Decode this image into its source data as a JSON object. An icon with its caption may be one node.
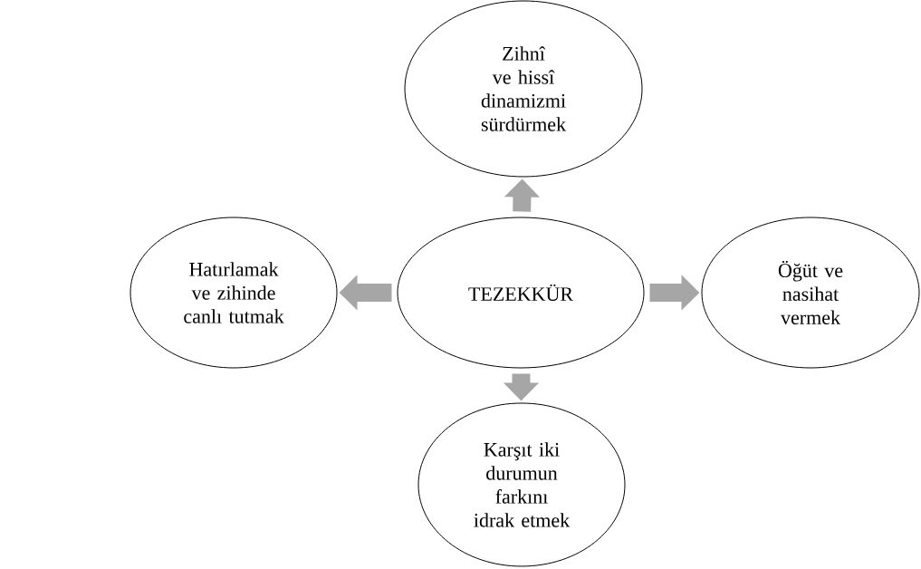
{
  "diagram": {
    "nodes": [
      {
        "text": [
          "TEZEKKÜR"
        ]
      },
      {
        "text": [
          "Zihnî ve hissî dinamizmi sürdürmek"
        ]
      },
      {
        "text": [
          "Hatırlamak ve zihinde canlı tutmak"
        ]
      },
      {
        "text": [
          "Öğüt ve nasihat vermek"
        ]
      },
      {
        "text": [
          "Karşıt iki durumun farkını idrak etmek"
        ]
      }
    ],
    "edges": [
      {
        "from": 0,
        "to": 1,
        "arrow": "to"
      },
      {
        "from": 0,
        "to": 2,
        "arrow": "to"
      },
      {
        "from": 0,
        "to": 3,
        "arrow": "to"
      },
      {
        "from": 0,
        "to": 4,
        "arrow": "to"
      }
    ]
  }
}
